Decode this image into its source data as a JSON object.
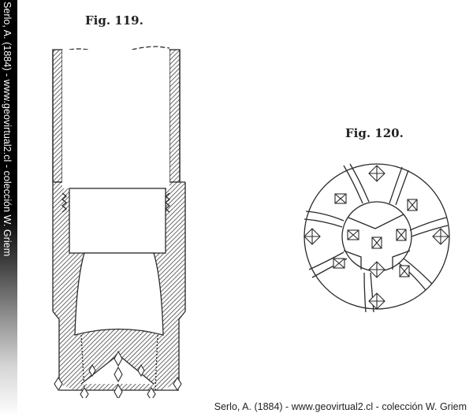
{
  "watermark": {
    "vertical_text": "Serlo, A. (1884) - www.geovirtual2.cl - colección W. Griem",
    "credit_text": "Serlo, A. (1884) - www.geovirtual2.cl - colección W. Griem"
  },
  "figures": [
    {
      "id": "fig119",
      "title": "Fig. 119.",
      "description": "Longitudinal section of a diamond drill crown: hatched tube wall with threaded joint, hollow core barrel, diamond cutters set along the bottom edge"
    },
    {
      "id": "fig120",
      "title": "Fig. 120.",
      "description": "Bottom view of a circular diamond drill crown with curved water channels, inner circle divided in three sectors, diamonds set in square and diamond-shaped settings"
    }
  ],
  "colors": {
    "ink": "#2a2a2a",
    "paper": "#ffffff",
    "band": "#000000"
  }
}
